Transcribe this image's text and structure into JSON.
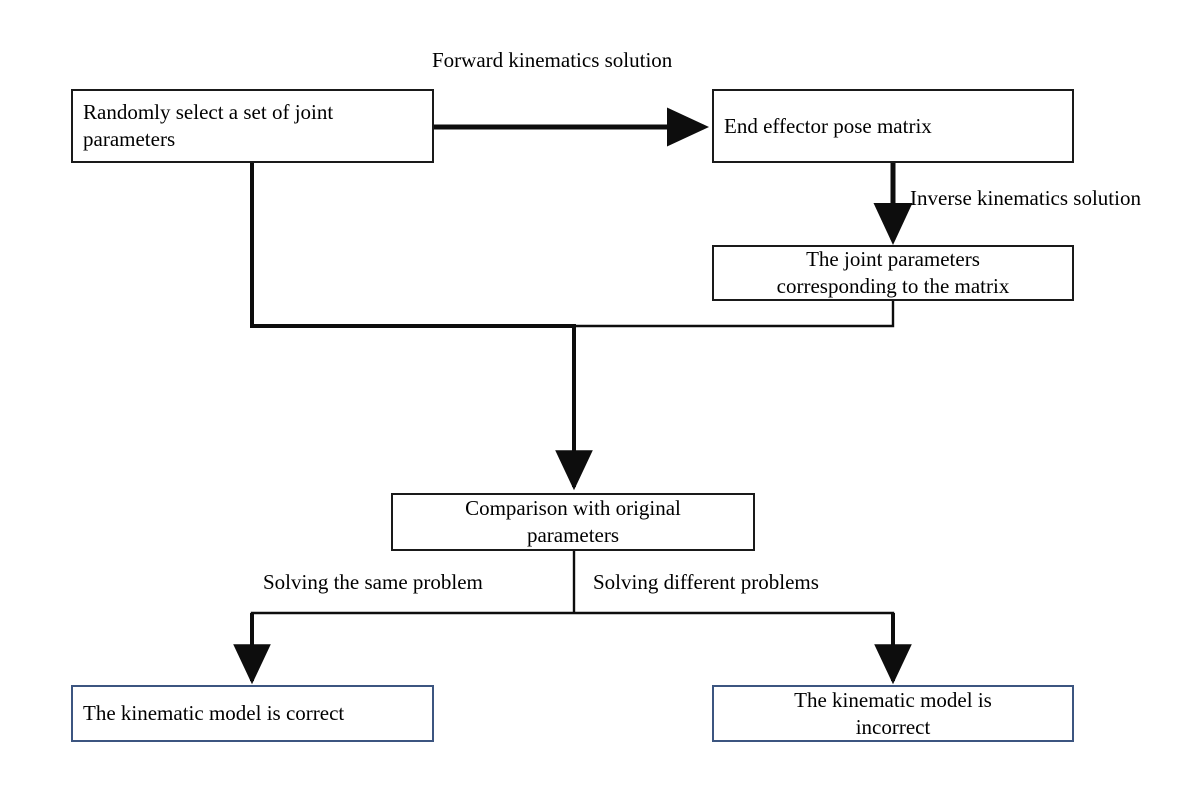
{
  "diagram": {
    "title": "Kinematics model verification flowchart",
    "background": "#ffffff",
    "stroke_black": "#1a1a1a",
    "stroke_blue": "#3c5580",
    "nodes": {
      "random_joint_params": {
        "label": "Randomly select a set of joint parameters",
        "align": "left",
        "border": "black"
      },
      "end_effector_pose": {
        "label": "End effector pose matrix",
        "align": "left",
        "border": "black"
      },
      "joint_params_matrix": {
        "label": "The joint parameters\ncorresponding to the matrix",
        "align": "center",
        "border": "black"
      },
      "comparison": {
        "label": "Comparison with original\nparameters",
        "align": "center",
        "border": "black"
      },
      "model_correct": {
        "label": "The kinematic model is correct",
        "align": "left",
        "border": "blue"
      },
      "model_incorrect": {
        "label": "The kinematic model is\nincorrect",
        "align": "center",
        "border": "blue"
      }
    },
    "edge_labels": {
      "forward": "Forward kinematics solution",
      "inverse": "Inverse kinematics solution",
      "same_problem": "Solving the same problem",
      "different_problems": "Solving different problems"
    }
  }
}
